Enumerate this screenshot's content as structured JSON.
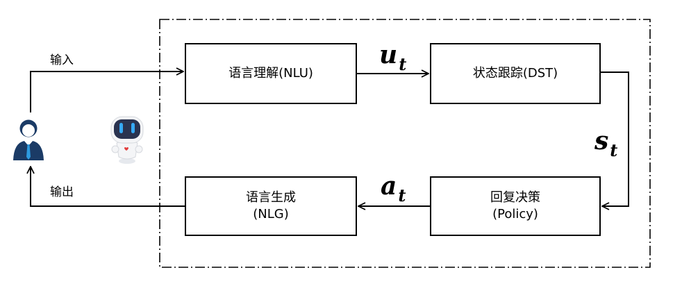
{
  "diagram": {
    "labels": {
      "input": "输入",
      "output": "输出"
    },
    "modules": {
      "nlu": {
        "line1": "语言理解(NLU)"
      },
      "dst": {
        "line1": "状态跟踪(DST)"
      },
      "policy": {
        "line1": "回复决策",
        "line2": "(Policy)"
      },
      "nlg": {
        "line1": "语言生成",
        "line2": "(NLG)"
      }
    },
    "variables": {
      "u": {
        "main": "u",
        "sub": "t"
      },
      "s": {
        "main": "s",
        "sub": "t"
      },
      "a": {
        "main": "a",
        "sub": "t"
      }
    },
    "icons": {
      "user": "user-icon",
      "robot": "robot-icon"
    },
    "colors": {
      "line": "#000000",
      "user_head": "#1b3b66",
      "user_tie": "#2d9be0",
      "robot_face": "#2a3350",
      "robot_eyes": "#36a9f4",
      "robot_heart": "#e23b3b"
    }
  }
}
